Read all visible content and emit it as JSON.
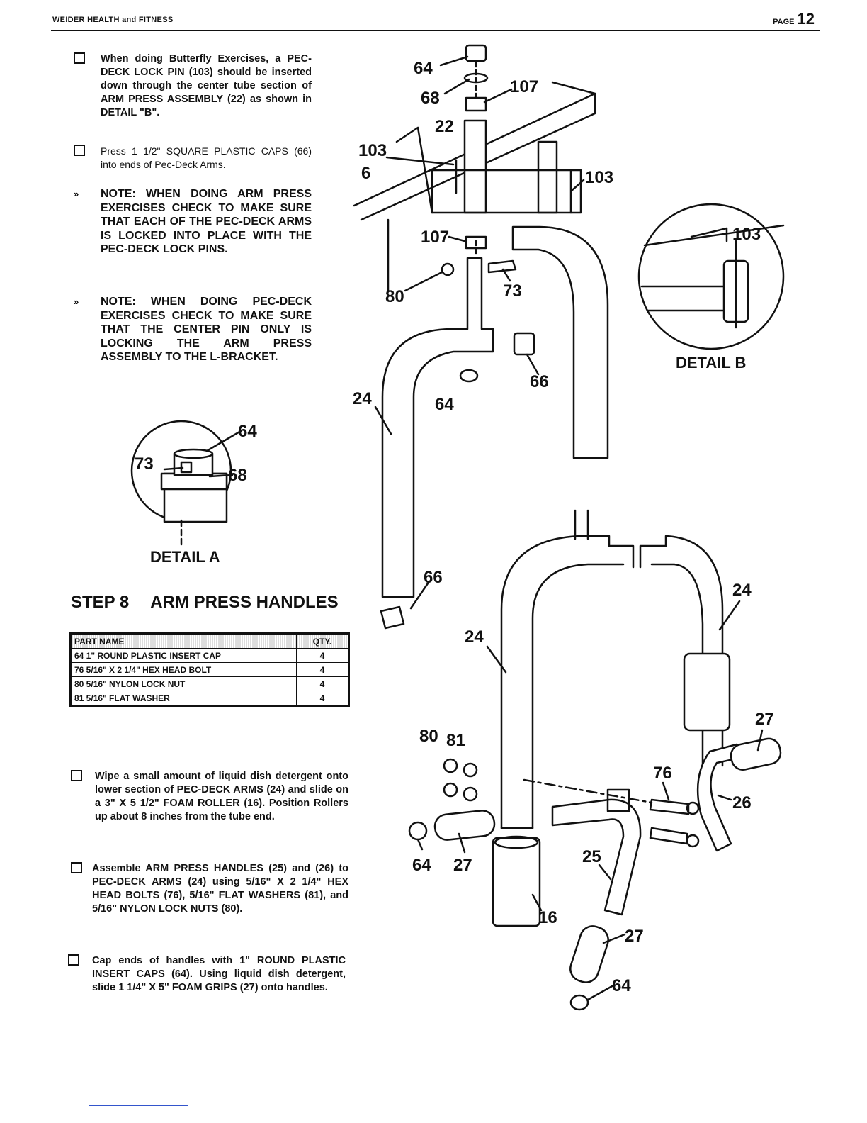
{
  "header": {
    "left": "WEIDER HEALTH and FITNESS",
    "page_label": "PAGE",
    "page_number": "12"
  },
  "instructions_top": [
    "When doing Butterfly Exercises, a PEC-DECK LOCK PIN (103) should be inserted down through the center tube section of ARM PRESS ASSEMBLY (22) as shown in DETAIL \"B\".",
    "Press 1 1/2\" SQUARE PLASTIC CAPS (66) into ends of Pec-Deck Arms."
  ],
  "notes": [
    "NOTE: WHEN DOING ARM PRESS EXERCISES CHECK TO MAKE SURE THAT EACH OF THE PEC-DECK ARMS IS LOCKED INTO PLACE WITH THE PEC-DECK LOCK PINS.",
    "NOTE: WHEN DOING PEC-DECK EXERCISES CHECK TO MAKE SURE THAT THE CENTER PIN ONLY IS LOCKING THE ARM PRESS ASSEMBLY TO THE L-BRACKET."
  ],
  "note_marker": "»",
  "step": {
    "number": "STEP 8",
    "title": "ARM PRESS HANDLES"
  },
  "parts_table": {
    "headers": [
      "PART NAME",
      "QTY."
    ],
    "rows": [
      [
        "64  1\" ROUND PLASTIC INSERT CAP",
        "4"
      ],
      [
        "76  5/16\" X 2 1/4\" HEX HEAD BOLT",
        "4"
      ],
      [
        "80  5/16\" NYLON LOCK NUT",
        "4"
      ],
      [
        "81  5/16\" FLAT WASHER",
        "4"
      ]
    ]
  },
  "instructions_bottom": [
    "Wipe a small amount of liquid dish detergent onto lower section of PEC-DECK ARMS (24) and slide on a 3\" X 5 1/2\" FOAM ROLLER (16). Position Rollers up about 8 inches from the tube end.",
    "Assemble ARM PRESS HANDLES (25) and (26) to PEC-DECK ARMS (24) using 5/16\" X 2 1/4\" HEX HEAD BOLTS (76), 5/16\" FLAT WASHERS (81), and 5/16\" NYLON LOCK NUTS (80).",
    "Cap ends of handles with 1\" ROUND PLASTIC INSERT CAPS (64). Using liquid dish detergent, slide 1 1/4\" X 5\" FOAM GRIPS (27) onto handles."
  ],
  "detail_a": {
    "label": "DETAIL A",
    "callouts": [
      "64",
      "73",
      "68"
    ]
  },
  "detail_b": {
    "label": "DETAIL B",
    "callouts": [
      "103"
    ]
  },
  "upper_diagram_callouts": [
    "64",
    "68",
    "107",
    "22",
    "103",
    "6",
    "103",
    "107",
    "73",
    "80",
    "66",
    "24",
    "64",
    "66"
  ],
  "lower_diagram_callouts": [
    "24",
    "24",
    "27",
    "80",
    "81",
    "76",
    "26",
    "64",
    "27",
    "25",
    "16",
    "27",
    "64"
  ]
}
